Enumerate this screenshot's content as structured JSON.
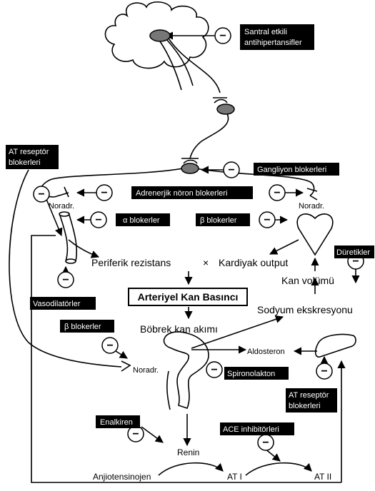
{
  "colors": {
    "ink": "#000000",
    "paper": "#ffffff",
    "gland": "#777777"
  },
  "inhibit_symbol": "−",
  "labels": {
    "central_line1": "Santral etkili",
    "central_line2": "antihipertansifler",
    "ganglion_blockers": "Gangliyon blokerleri",
    "at_top_line1": "AT reseptör",
    "at_top_line2": "blokerleri",
    "adrenergic_blockers": "Adrenerjik nöron blokerleri",
    "noradr_left": "Noradr.",
    "noradr_right": "Noradr.",
    "alpha_blockers": "α blokerler",
    "beta_blockers_top": "β blokerler",
    "diuretics": "Düretikler",
    "peripheral_resistance": "Periferik rezistans",
    "times": "×",
    "cardiac_output": "Kardiyak output",
    "blood_volume": "Kan volümü",
    "vasodilators": "Vasodilatörler",
    "arterial_pressure": "Arteriyel Kan Basıncı",
    "sodium_excretion": "Sodyum ekskresyonu",
    "beta_blockers_bottom": "β blokerler",
    "renal_flow": "Böbrek kan akımı",
    "aldosterone": "Aldosteron",
    "noradr_kidney": "Noradr.",
    "spironolactone": "Spironolakton",
    "at_bottom_line1": "AT reseptör",
    "at_bottom_line2": "blokerleri",
    "aliskiren": "Enalkiren",
    "ace_inhibitors": "ACE inhibitörleri",
    "renin": "Renin",
    "angiotensinogen": "Anjiotensinojen",
    "at1": "AT I",
    "at2": "AT II"
  }
}
